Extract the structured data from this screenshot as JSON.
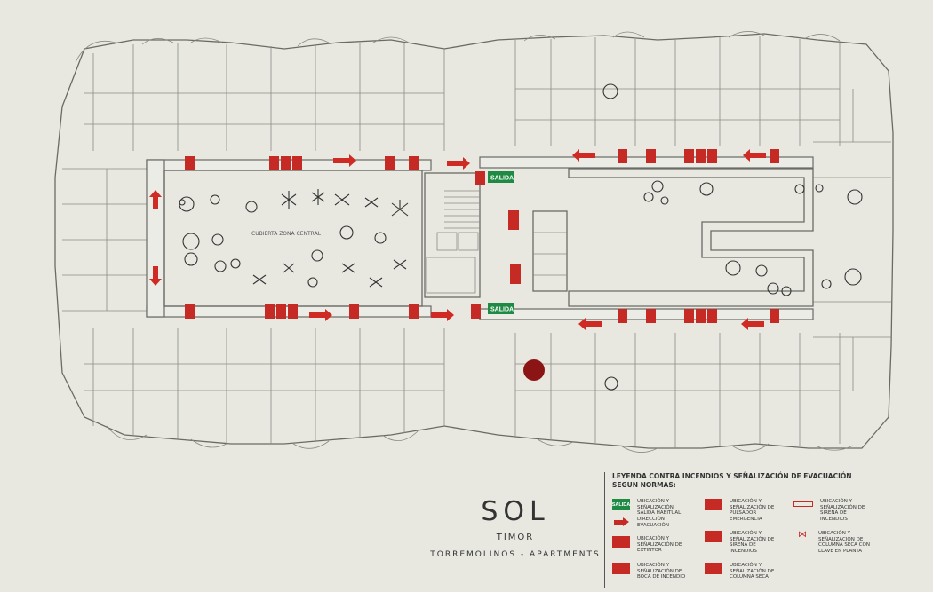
{
  "title": {
    "main": "SOL",
    "sub": "TIMOR",
    "location": "TORREMOLINOS - APARTMENTS"
  },
  "zones": {
    "central_deck": "CUBIERTA ZONA CENTRAL"
  },
  "exits": [
    "SALIDA",
    "SALIDA"
  ],
  "legend": {
    "heading_line1": "LEYENDA CONTRA INCENDIOS Y SEÑALIZACIÓN DE EVACUACIÓN",
    "heading_line2": "SEGUN NORMAS:",
    "items": [
      {
        "symbol": "SALIDA",
        "text": "UBICACIÓN Y SEÑALIZACIÓN SALIDA HABITUAL"
      },
      {
        "symbol": "",
        "text": "DIRECCIÓN EVACUACIÓN"
      },
      {
        "symbol": "",
        "text": "UBICACIÓN Y SEÑALIZACIÓN DE EXTINTOR"
      },
      {
        "symbol": "",
        "text": "UBICACIÓN Y SEÑALIZACIÓN DE BOCA DE INCENDIO"
      },
      {
        "symbol": "",
        "text": "UBICACIÓN Y SEÑALIZACIÓN DE PULSADOR EMERGENCIA"
      },
      {
        "symbol": "",
        "text": "UBICACIÓN Y SEÑALIZACIÓN DE SIRENA DE INCENDIOS"
      },
      {
        "symbol": "",
        "text": "UBICACIÓN Y SEÑALIZACIÓN DE COLUMNA SECA"
      },
      {
        "symbol": "",
        "text": "UBICACIÓN Y SEÑALIZACIÓN DE SIRENA DE INCENDIOS"
      },
      {
        "symbol": "",
        "text": "UBICACIÓN Y SEÑALIZACIÓN DE COLUMNA SECA CON LLAVE EN PLANTA"
      }
    ]
  },
  "colors": {
    "fire_red": "#c62a25",
    "exit_green": "#1e8a44",
    "marker": "#8b1414",
    "wall": "#6b6b66"
  }
}
